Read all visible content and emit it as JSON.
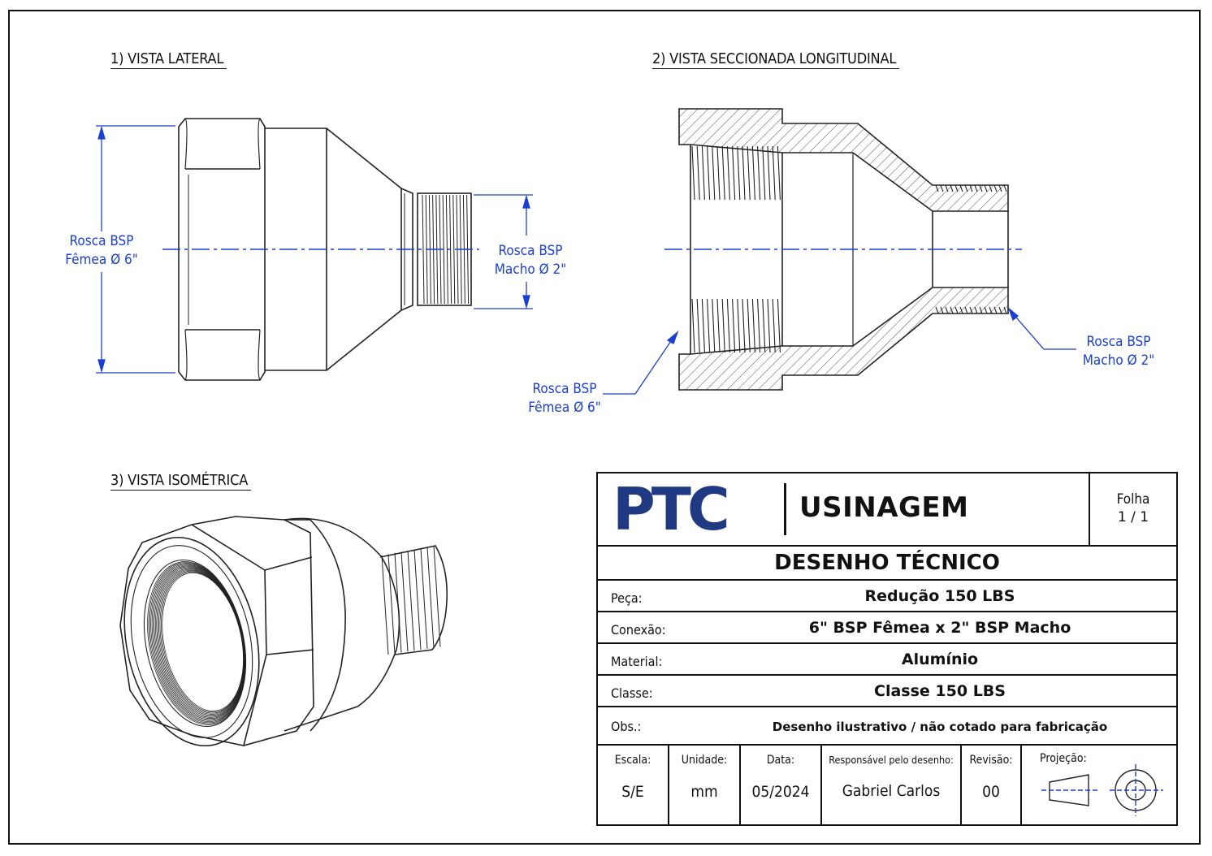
{
  "views": {
    "lateral_title": "1) VISTA LATERAL",
    "section_title": "2) VISTA SECCIONADA LONGITUDINAL",
    "iso_title": "3) VISTA ISOMÉTRICA"
  },
  "callouts": {
    "lateral_female_line1": "Rosca BSP",
    "lateral_female_line2": "Fêmea Ø 6\"",
    "lateral_male_line1": "Rosca BSP",
    "lateral_male_line2": "Macho Ø 2\"",
    "section_female_line1": "Rosca BSP",
    "section_female_line2": "Fêmea Ø 6\"",
    "section_male_line1": "Rosca BSP",
    "section_male_line2": "Macho Ø 2\""
  },
  "title_block": {
    "logo": "PTC",
    "company": "USINAGEM",
    "folha_label": "Folha",
    "folha_value": "1 / 1",
    "title": "DESENHO TÉCNICO",
    "rows": [
      {
        "label": "Peça:",
        "value": "Redução 150 LBS"
      },
      {
        "label": "Conexão:",
        "value": "6\" BSP Fêmea x 2\" BSP Macho"
      },
      {
        "label": "Material:",
        "value": "Alumínio"
      },
      {
        "label": "Classe:",
        "value": "Classe 150 LBS"
      },
      {
        "label": "Obs.:",
        "value": "Desenho ilustrativo / não cotado para fabricação"
      }
    ],
    "bottom": [
      {
        "label": "Escala:",
        "value": "S/E"
      },
      {
        "label": "Unidade:",
        "value": "mm"
      },
      {
        "label": "Data:",
        "value": "05/2024"
      },
      {
        "label": "Responsável pelo desenho:",
        "value": "Gabriel Carlos"
      },
      {
        "label": "Revisão:",
        "value": "00"
      },
      {
        "label": "Projeção:",
        "value": ""
      }
    ]
  },
  "colors": {
    "line": "#111111",
    "dimension": "#1a3fd1",
    "logo": "#1f3a82"
  }
}
